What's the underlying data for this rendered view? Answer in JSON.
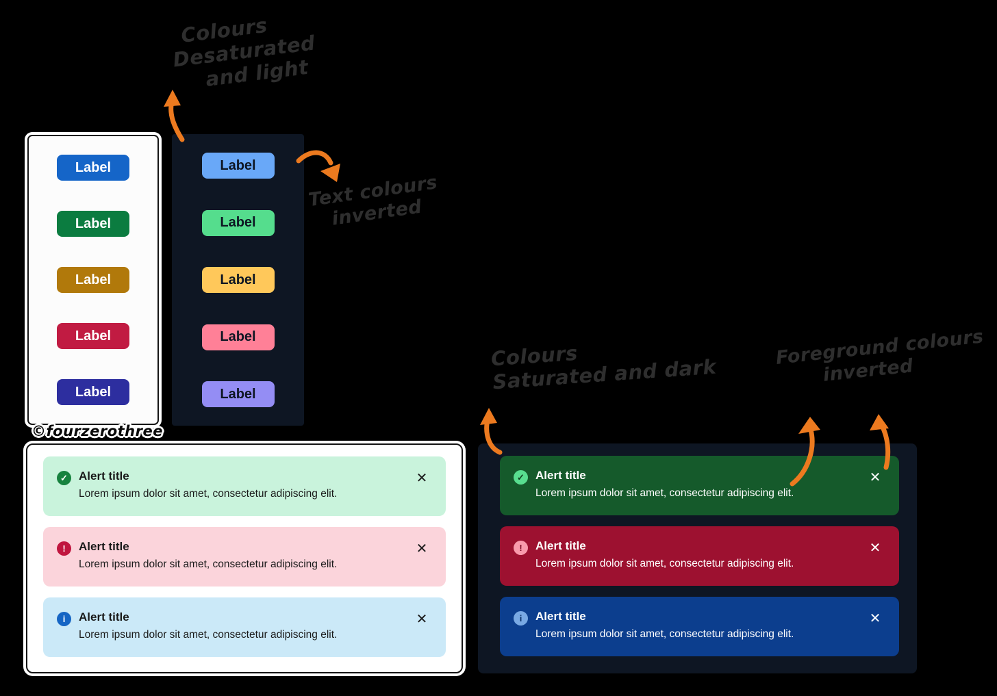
{
  "colors": {
    "page_bg": "#000000",
    "dark_surface": "#0E1623",
    "light_surface": "#FCFCFC",
    "panel_border": "#141414",
    "arrow": "#EC7A1F",
    "annotation_ink": "#2E2E2E",
    "watermark_ink": "#0A0A0A"
  },
  "watermark": {
    "text": "©fourzerothree"
  },
  "annotations": {
    "desaturated": {
      "line1": "Colours",
      "line2": "Desaturated",
      "line3": "and light"
    },
    "text_inverted": {
      "line1": "Text colours",
      "line2": "inverted"
    },
    "saturated": {
      "line1": "Colours",
      "line2": "Saturated and dark"
    },
    "foreground_inverted": {
      "line1": "Foreground colours",
      "line2": "inverted"
    }
  },
  "icons": {
    "close_glyph": "✕"
  },
  "label_panels": {
    "light": {
      "fg": "#FFFFFF",
      "buttons": [
        {
          "text": "Label",
          "bg": "#1565C8"
        },
        {
          "text": "Label",
          "bg": "#0B7C40"
        },
        {
          "text": "Label",
          "bg": "#B1790B"
        },
        {
          "text": "Label",
          "bg": "#C11B42"
        },
        {
          "text": "Label",
          "bg": "#2D2E9F"
        }
      ]
    },
    "dark": {
      "fg": "#0E1623",
      "buttons": [
        {
          "text": "Label",
          "bg": "#69A8F8"
        },
        {
          "text": "Label",
          "bg": "#55DD8D"
        },
        {
          "text": "Label",
          "bg": "#FFC85A"
        },
        {
          "text": "Label",
          "bg": "#FF8097"
        },
        {
          "text": "Label",
          "bg": "#948DF4"
        }
      ]
    }
  },
  "alert_panels": {
    "light": {
      "text_color": "#1A1A1A",
      "close_color": "#1B1B1B",
      "alerts": [
        {
          "type": "success",
          "title": "Alert title",
          "description": "Lorem ipsum dolor sit amet, consectetur adipiscing elit.",
          "bg": "#C9F3DC",
          "icon_bg": "#17823F",
          "icon_fg": "#FFFFFF",
          "icon_glyph": "✓"
        },
        {
          "type": "error",
          "title": "Alert title",
          "description": "Lorem ipsum dolor sit amet, consectetur adipiscing elit.",
          "bg": "#FBD4DB",
          "icon_bg": "#C0163F",
          "icon_fg": "#FFFFFF",
          "icon_glyph": "!"
        },
        {
          "type": "info",
          "title": "Alert title",
          "description": "Lorem ipsum dolor sit amet, consectetur adipiscing elit.",
          "bg": "#CBE9F8",
          "icon_bg": "#1565C4",
          "icon_fg": "#FFFFFF",
          "icon_glyph": "i"
        }
      ]
    },
    "dark": {
      "text_color": "#FFFFFF",
      "close_color": "#FFFFFF",
      "alerts": [
        {
          "type": "success",
          "title": "Alert title",
          "description": "Lorem ipsum dolor sit amet, consectetur adipiscing elit.",
          "bg": "#155A2B",
          "icon_bg": "#58DE8F",
          "icon_fg": "#13421F",
          "icon_glyph": "✓"
        },
        {
          "type": "error",
          "title": "Alert title",
          "description": "Lorem ipsum dolor sit amet, consectetur adipiscing elit.",
          "bg": "#9D1130",
          "icon_bg": "#F99AAC",
          "icon_fg": "#7E0D26",
          "icon_glyph": "!"
        },
        {
          "type": "info",
          "title": "Alert title",
          "description": "Lorem ipsum dolor sit amet, consectetur adipiscing elit.",
          "bg": "#0C3E8E",
          "icon_bg": "#79A9E4",
          "icon_fg": "#0B3169",
          "icon_glyph": "i"
        }
      ]
    }
  }
}
